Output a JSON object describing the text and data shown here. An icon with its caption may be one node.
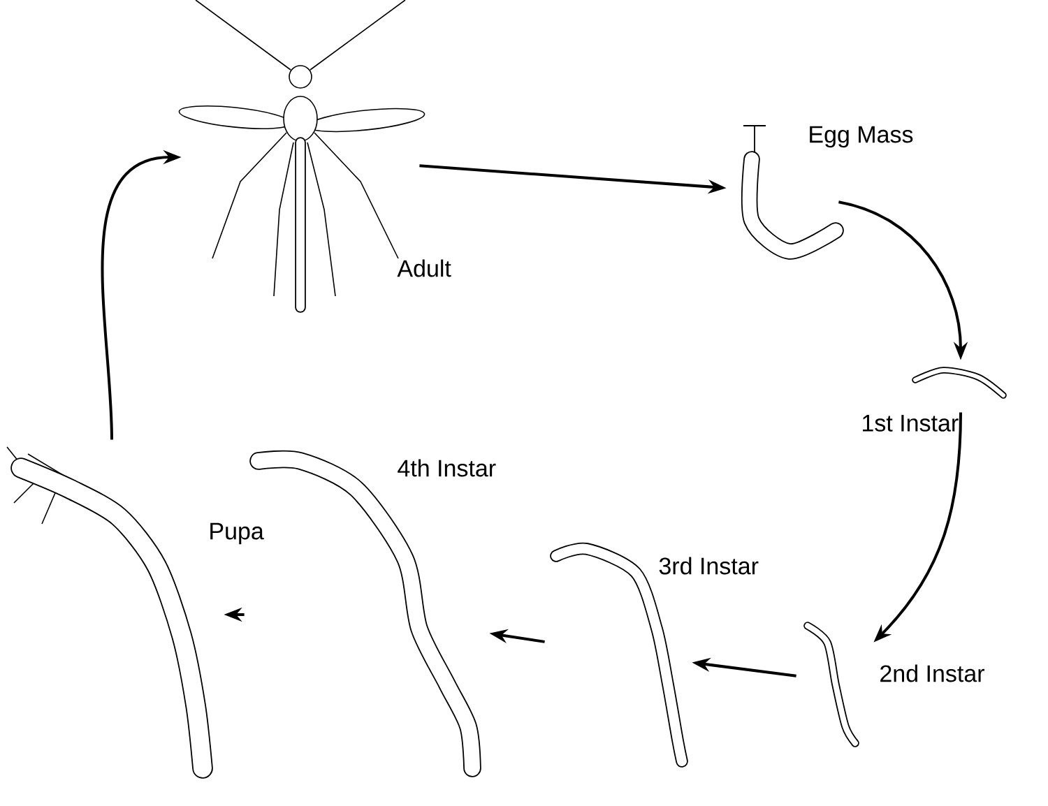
{
  "diagram": {
    "nodes": [
      {
        "text": [
          "Adult"
        ]
      },
      {
        "text": [
          "Egg Mass"
        ]
      },
      {
        "text": [
          "1st Instar"
        ]
      },
      {
        "text": [
          "2nd Instar"
        ]
      },
      {
        "text": [
          "3rd Instar"
        ]
      },
      {
        "text": [
          "4th Instar"
        ]
      },
      {
        "text": [
          "Pupa"
        ]
      }
    ],
    "edges": [
      {
        "from": 0,
        "to": 1,
        "arrow": "to"
      },
      {
        "from": 1,
        "to": 2,
        "arrow": "to"
      },
      {
        "from": 2,
        "to": 3,
        "arrow": "to"
      },
      {
        "from": 3,
        "to": 4,
        "arrow": "to"
      },
      {
        "from": 4,
        "to": 5,
        "arrow": "to"
      },
      {
        "from": 5,
        "to": 6,
        "arrow": "to"
      },
      {
        "from": 6,
        "to": 0,
        "arrow": "to"
      }
    ]
  }
}
